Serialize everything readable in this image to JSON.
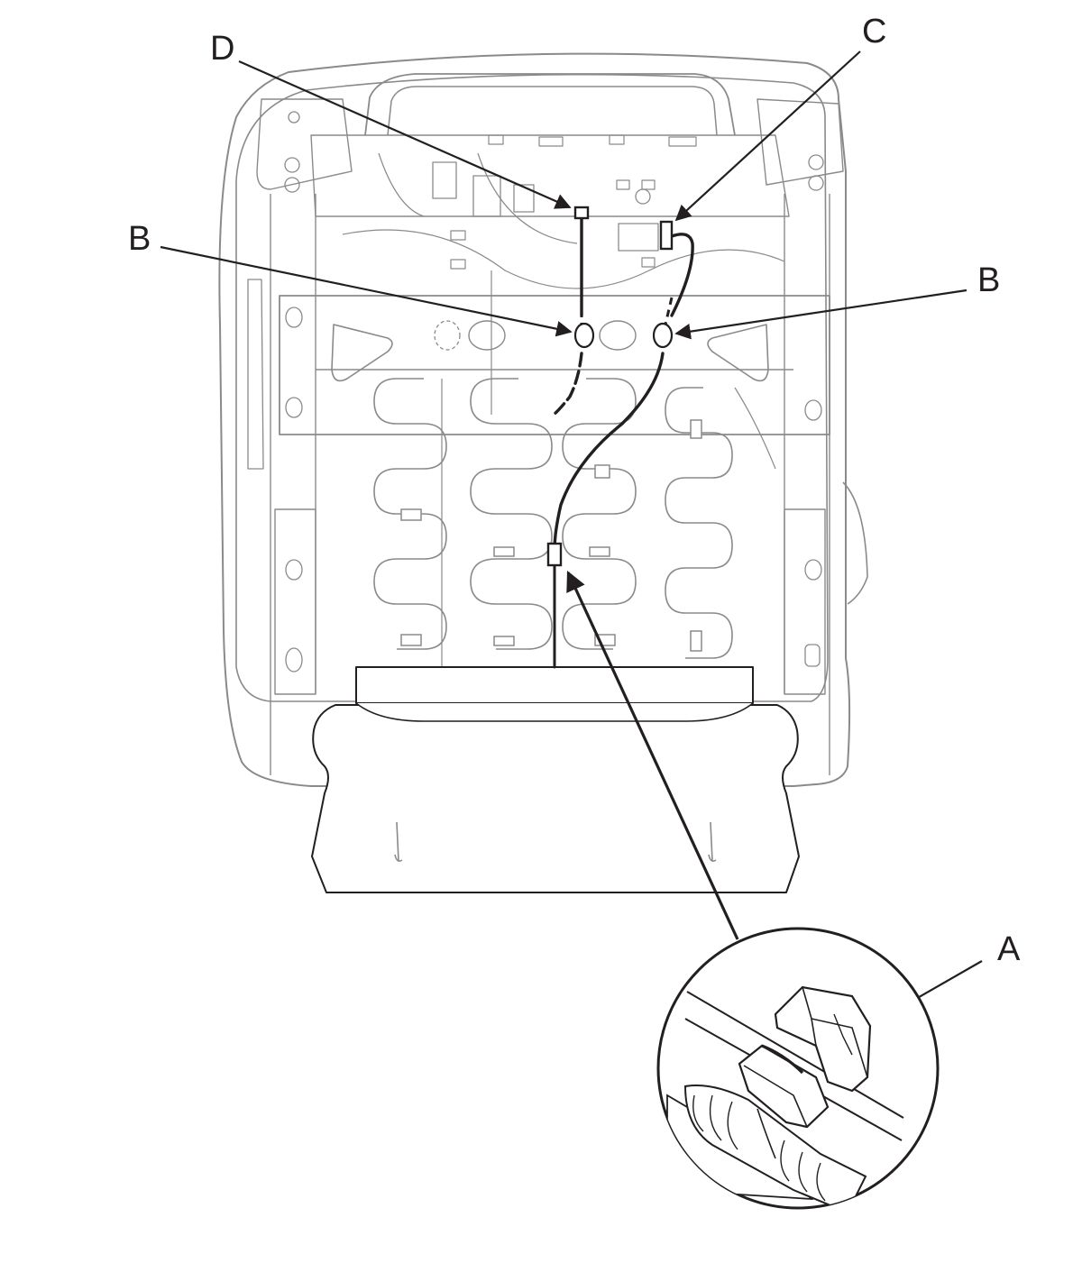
{
  "callouts": {
    "a": "A",
    "b_left": "B",
    "b_right": "B",
    "c": "C",
    "d": "D"
  },
  "colors": {
    "outline": "#8a8a8a",
    "ink": "#231f20",
    "background": "#ffffff"
  }
}
